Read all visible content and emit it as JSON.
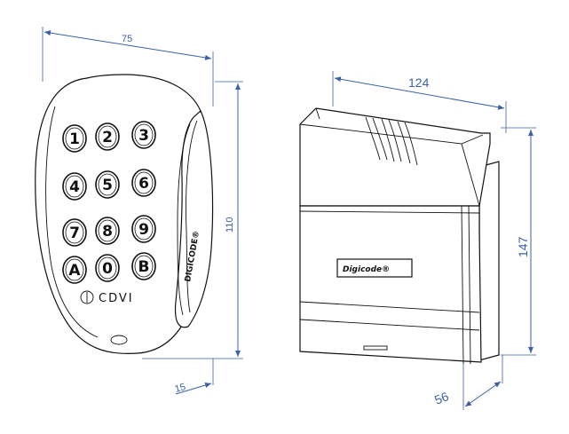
{
  "dimensions": {
    "keypad_width": "75",
    "keypad_height": "110",
    "keypad_depth": "15",
    "housing_width": "124",
    "housing_height": "147",
    "housing_depth": "56"
  },
  "keypad": {
    "keys": [
      "1",
      "2",
      "3",
      "4",
      "5",
      "6",
      "7",
      "8",
      "9",
      "A",
      "0",
      "B"
    ],
    "brand": "CDVI",
    "side_logo": "DIGICODE®"
  },
  "housing": {
    "logo": "Digicode®"
  },
  "colors": {
    "dimension_lines": "#3b5fa8",
    "outline": "#111111"
  }
}
